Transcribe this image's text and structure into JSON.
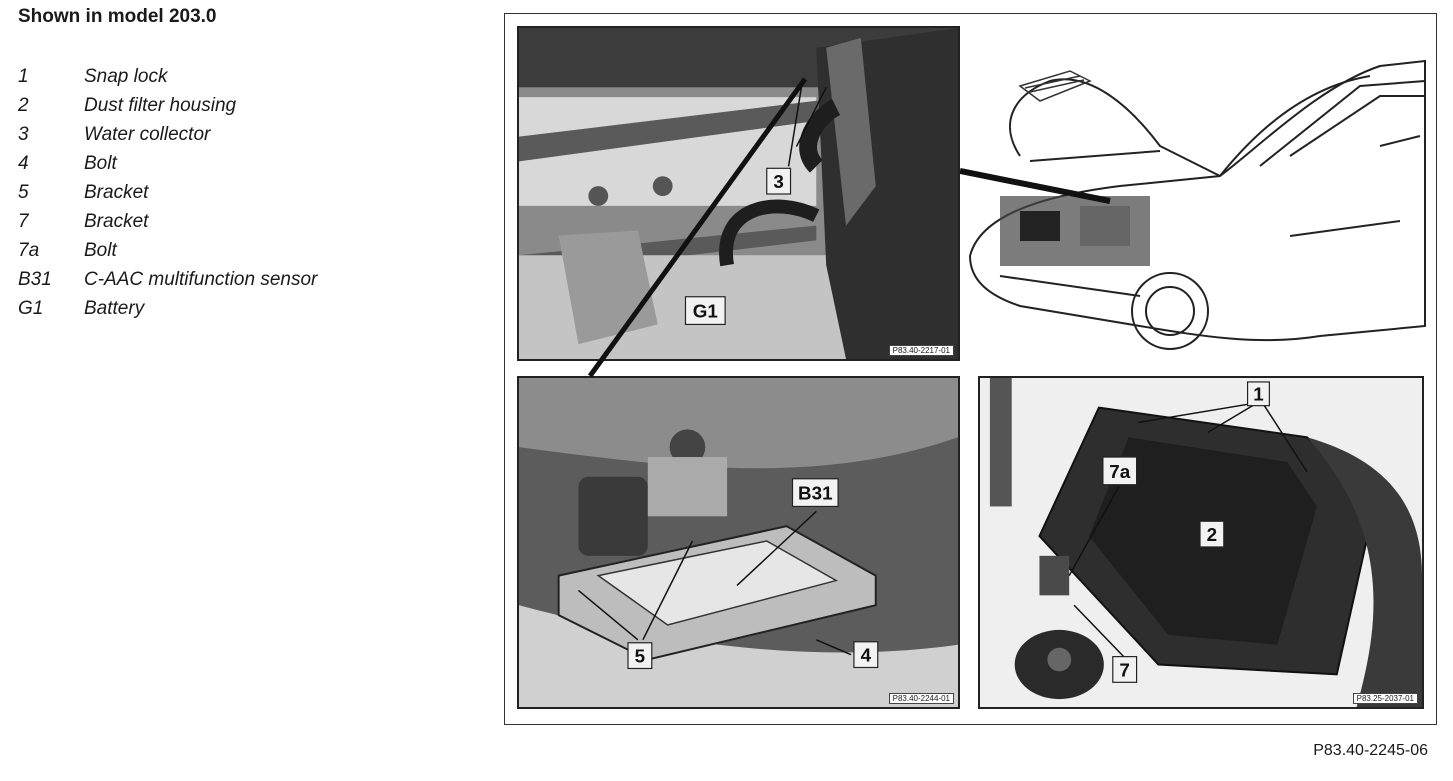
{
  "heading": "Shown in model 203.0",
  "legend": [
    {
      "key": "1",
      "label": "Snap lock"
    },
    {
      "key": "2",
      "label": "Dust filter housing"
    },
    {
      "key": "3",
      "label": "Water collector"
    },
    {
      "key": "4",
      "label": "Bolt"
    },
    {
      "key": "5",
      "label": "Bracket"
    },
    {
      "key": "7",
      "label": "Bracket"
    },
    {
      "key": "7a",
      "label": "Bolt"
    },
    {
      "key": "B31",
      "label": "C-AAC multifunction sensor"
    },
    {
      "key": "G1",
      "label": "Battery"
    }
  ],
  "figure": {
    "reference": "P83.40-2245-06",
    "panels": {
      "top_left": {
        "code": "P83.40-2217-01",
        "callouts": [
          "3",
          "G1"
        ]
      },
      "bottom_left": {
        "code": "P83.40-2244-01",
        "callouts": [
          "B31",
          "5",
          "4"
        ]
      },
      "bottom_right": {
        "code": "P83.25-2037-01",
        "callouts": [
          "1",
          "7a",
          "2",
          "7"
        ]
      }
    }
  }
}
